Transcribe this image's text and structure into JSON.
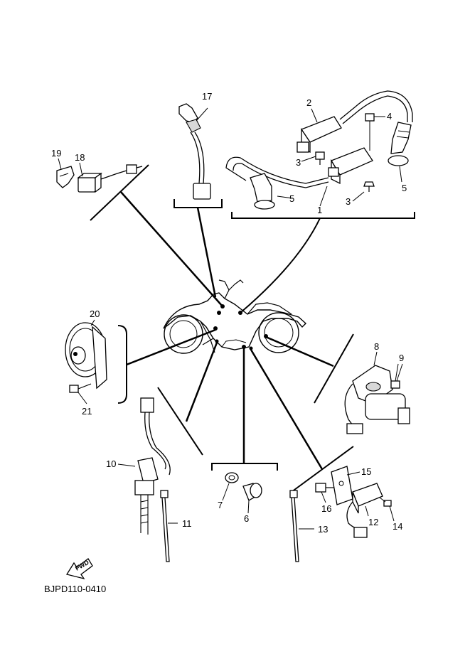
{
  "diagram": {
    "drawing_code": "BJPD110-0410",
    "fwd_label": "FWD",
    "callouts": [
      "1",
      "2",
      "3",
      "3",
      "4",
      "5",
      "5",
      "6",
      "7",
      "8",
      "9",
      "10",
      "11",
      "12",
      "13",
      "14",
      "15",
      "16",
      "17",
      "18",
      "19",
      "20",
      "21"
    ]
  }
}
